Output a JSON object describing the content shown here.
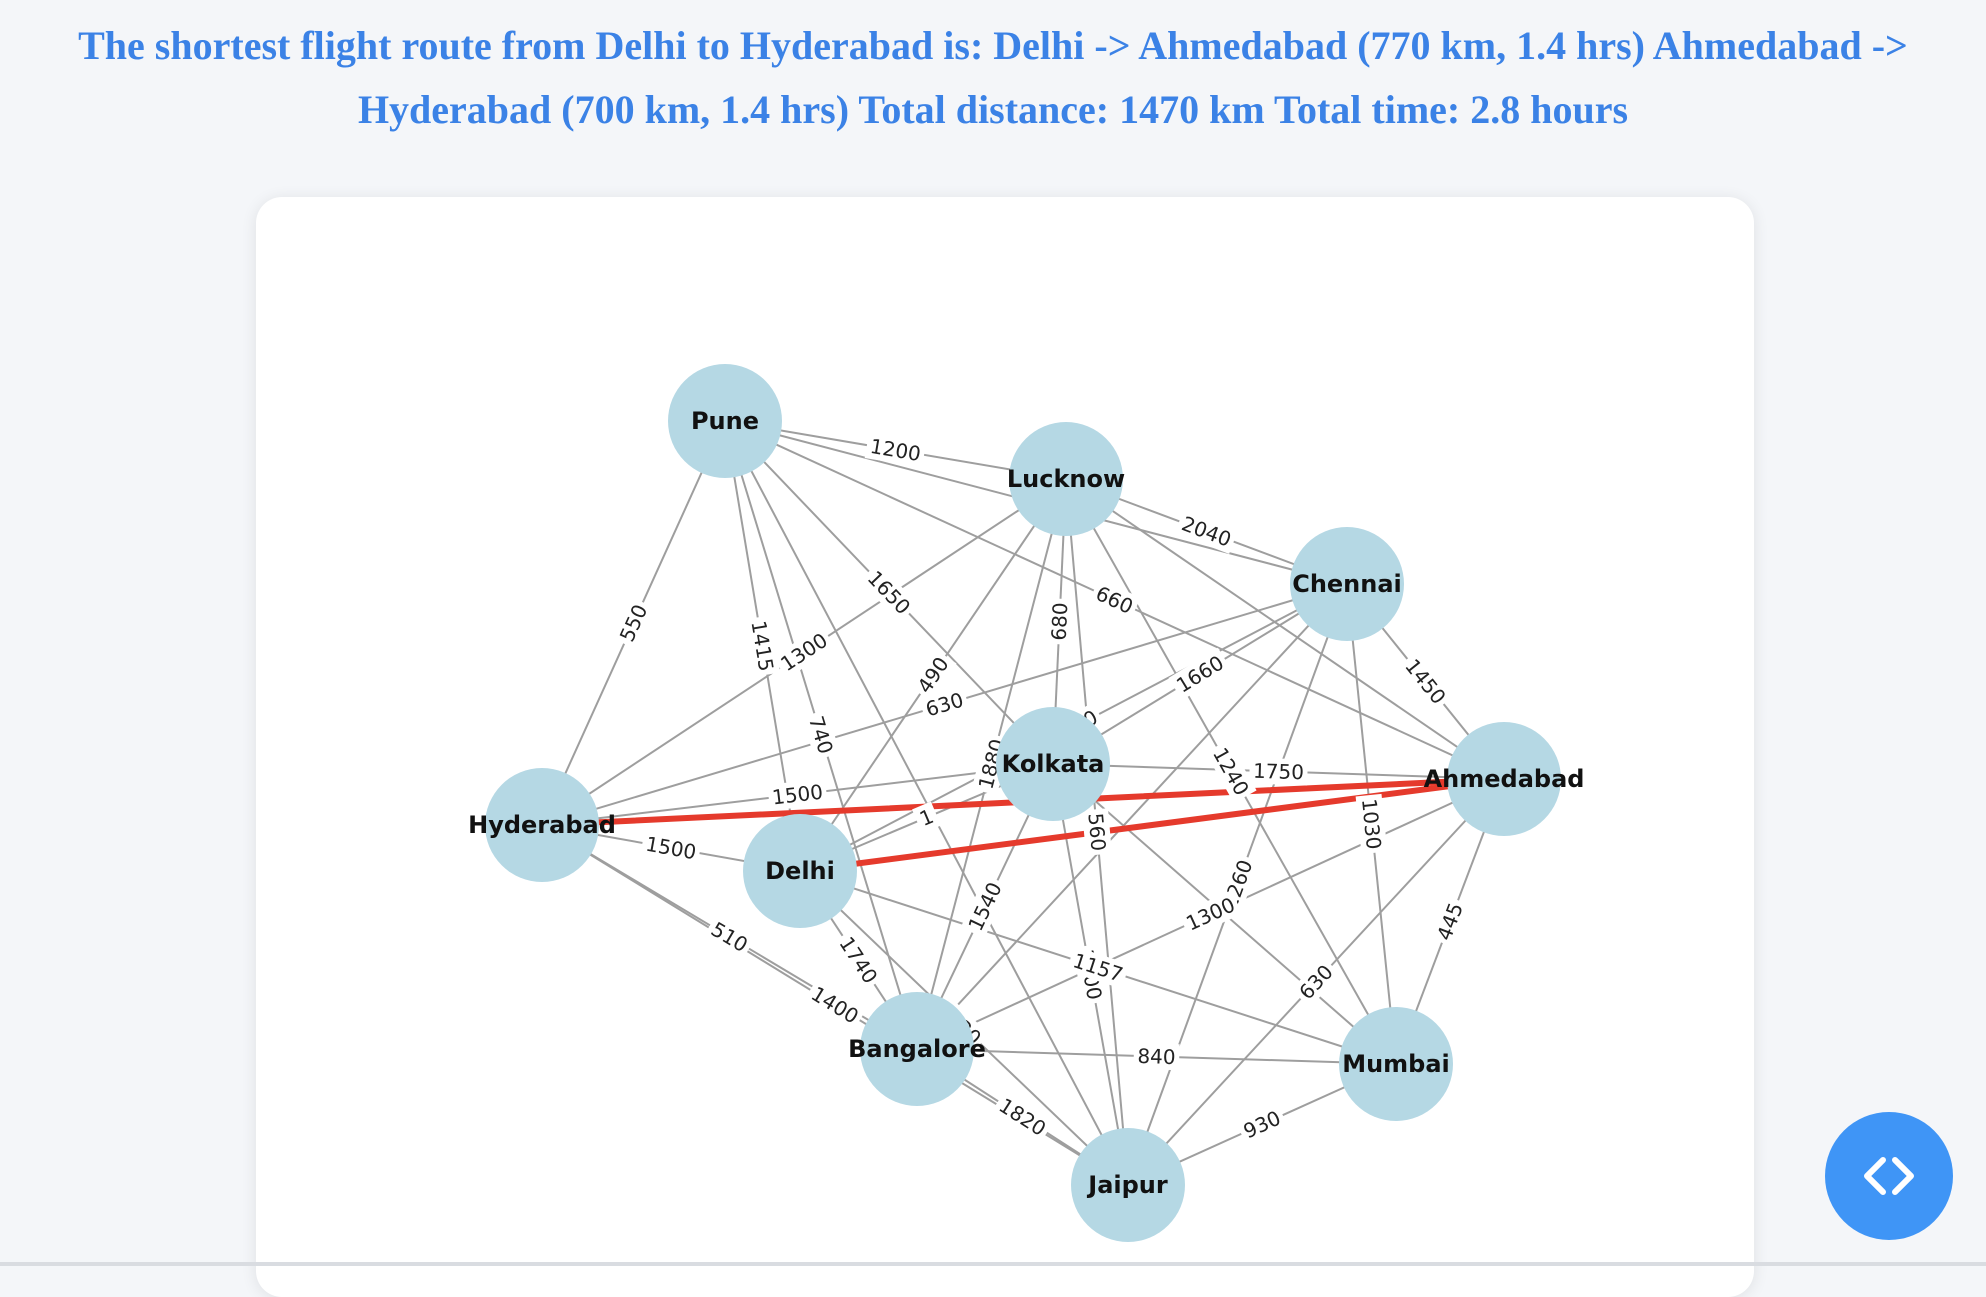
{
  "result": {
    "text": "The shortest flight route from Delhi to Hyderabad is: Delhi -> Ahmedabad (770 km, 1.4 hrs) Ahmedabad -> Hyderabad (700 km, 1.4 hrs) Total distance: 1470 km Total time: 2.8 hours"
  },
  "colors": {
    "title": "#3b82e6",
    "node_fill": "#b5d8e4",
    "edge": "#9e9e9e",
    "highlight_path": "#e53a2c",
    "code_button": "#3f95f6"
  },
  "graph": {
    "nodes": [
      {
        "id": "pune",
        "label": "Pune"
      },
      {
        "id": "lucknow",
        "label": "Lucknow"
      },
      {
        "id": "chennai",
        "label": "Chennai"
      },
      {
        "id": "ahmedabad",
        "label": "Ahmedabad"
      },
      {
        "id": "kolkata",
        "label": "Kolkata"
      },
      {
        "id": "hyderabad",
        "label": "Hyderabad"
      },
      {
        "id": "delhi",
        "label": "Delhi"
      },
      {
        "id": "bangalore",
        "label": "Bangalore"
      },
      {
        "id": "mumbai",
        "label": "Mumbai"
      },
      {
        "id": "jaipur",
        "label": "Jaipur"
      }
    ],
    "edges": [
      {
        "source": "pune",
        "target": "lucknow",
        "label": "1200"
      },
      {
        "source": "pune",
        "target": "hyderabad",
        "label": "550"
      },
      {
        "source": "pune",
        "target": "kolkata",
        "label": "1650"
      },
      {
        "source": "pune",
        "target": "delhi",
        "label": "1415"
      },
      {
        "source": "pune",
        "target": "bangalore",
        "label": "740"
      },
      {
        "source": "pune",
        "target": "chennai",
        "label": ""
      },
      {
        "source": "pune",
        "target": "ahmedabad",
        "label": "660"
      },
      {
        "source": "pune",
        "target": "jaipur",
        "label": ""
      },
      {
        "source": "lucknow",
        "target": "chennai",
        "label": "2040"
      },
      {
        "source": "lucknow",
        "target": "hyderabad",
        "label": "1300"
      },
      {
        "source": "lucknow",
        "target": "delhi",
        "label": "490"
      },
      {
        "source": "lucknow",
        "target": "kolkata",
        "label": "680"
      },
      {
        "source": "lucknow",
        "target": "ahmedabad",
        "label": ""
      },
      {
        "source": "lucknow",
        "target": "bangalore",
        "label": "1880"
      },
      {
        "source": "lucknow",
        "target": "mumbai",
        "label": "1240"
      },
      {
        "source": "lucknow",
        "target": "jaipur",
        "label": "560"
      },
      {
        "source": "chennai",
        "target": "ahmedabad",
        "label": "1450"
      },
      {
        "source": "chennai",
        "target": "hyderabad",
        "label": "630"
      },
      {
        "source": "chennai",
        "target": "kolkata",
        "label": "1660"
      },
      {
        "source": "chennai",
        "target": "delhi",
        "label": "1000"
      },
      {
        "source": "chennai",
        "target": "mumbai",
        "label": "1030"
      },
      {
        "source": "chennai",
        "target": "jaipur",
        "label": "2260"
      },
      {
        "source": "chennai",
        "target": "bangalore",
        "label": ""
      },
      {
        "source": "ahmedabad",
        "target": "kolkata",
        "label": "1750"
      },
      {
        "source": "ahmedabad",
        "target": "mumbai",
        "label": "445"
      },
      {
        "source": "ahmedabad",
        "target": "bangalore",
        "label": "1300"
      },
      {
        "source": "ahmedabad",
        "target": "jaipur",
        "label": "630"
      },
      {
        "source": "kolkata",
        "target": "hyderabad",
        "label": "1500"
      },
      {
        "source": "kolkata",
        "target": "delhi",
        "label": "1"
      },
      {
        "source": "kolkata",
        "target": "bangalore",
        "label": "1540"
      },
      {
        "source": "kolkata",
        "target": "mumbai",
        "label": ""
      },
      {
        "source": "kolkata",
        "target": "jaipur",
        "label": "1500"
      },
      {
        "source": "hyderabad",
        "target": "delhi",
        "label": "1500"
      },
      {
        "source": "hyderabad",
        "target": "bangalore",
        "label": "510"
      },
      {
        "source": "hyderabad",
        "target": "jaipur",
        "label": "1400"
      },
      {
        "source": "delhi",
        "target": "bangalore",
        "label": "1740"
      },
      {
        "source": "delhi",
        "target": "mumbai",
        "label": "1157"
      },
      {
        "source": "delhi",
        "target": "jaipur",
        "label": "630"
      },
      {
        "source": "bangalore",
        "target": "mumbai",
        "label": "840"
      },
      {
        "source": "bangalore",
        "target": "jaipur",
        "label": "1820"
      },
      {
        "source": "mumbai",
        "target": "jaipur",
        "label": "930"
      }
    ],
    "highlight_path": [
      "delhi",
      "ahmedabad",
      "hyderabad"
    ]
  },
  "code_toggle": {
    "icon": "code-brackets-icon"
  }
}
